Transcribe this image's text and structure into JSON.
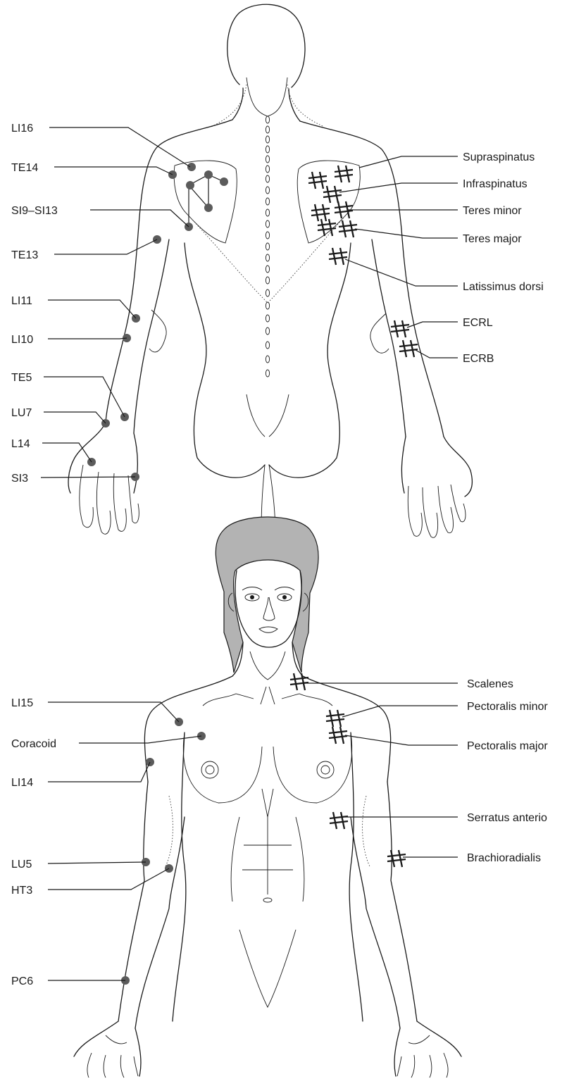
{
  "colors": {
    "point": "#5b5b5b",
    "line": "#1a1a1a",
    "hair": "#b3b3b3"
  },
  "posterior": {
    "points": [
      "LI16",
      "TE14",
      "SI9–SI13",
      "TE13",
      "LI11",
      "LI10",
      "TE5",
      "LU7",
      "L14",
      "SI3"
    ],
    "muscles": [
      "Supraspinatus",
      "Infraspinatus",
      "Teres minor",
      "Teres major",
      "Latissimus dorsi",
      "ECRL",
      "ECRB"
    ]
  },
  "anterior": {
    "points": [
      "LI15",
      "Coracoid",
      "LI14",
      "LU5",
      "HT3",
      "PC6"
    ],
    "muscles": [
      "Scalenes",
      "Pectoralis minor",
      "Pectoralis major",
      "Serratus anterio",
      "Brachioradialis"
    ]
  }
}
